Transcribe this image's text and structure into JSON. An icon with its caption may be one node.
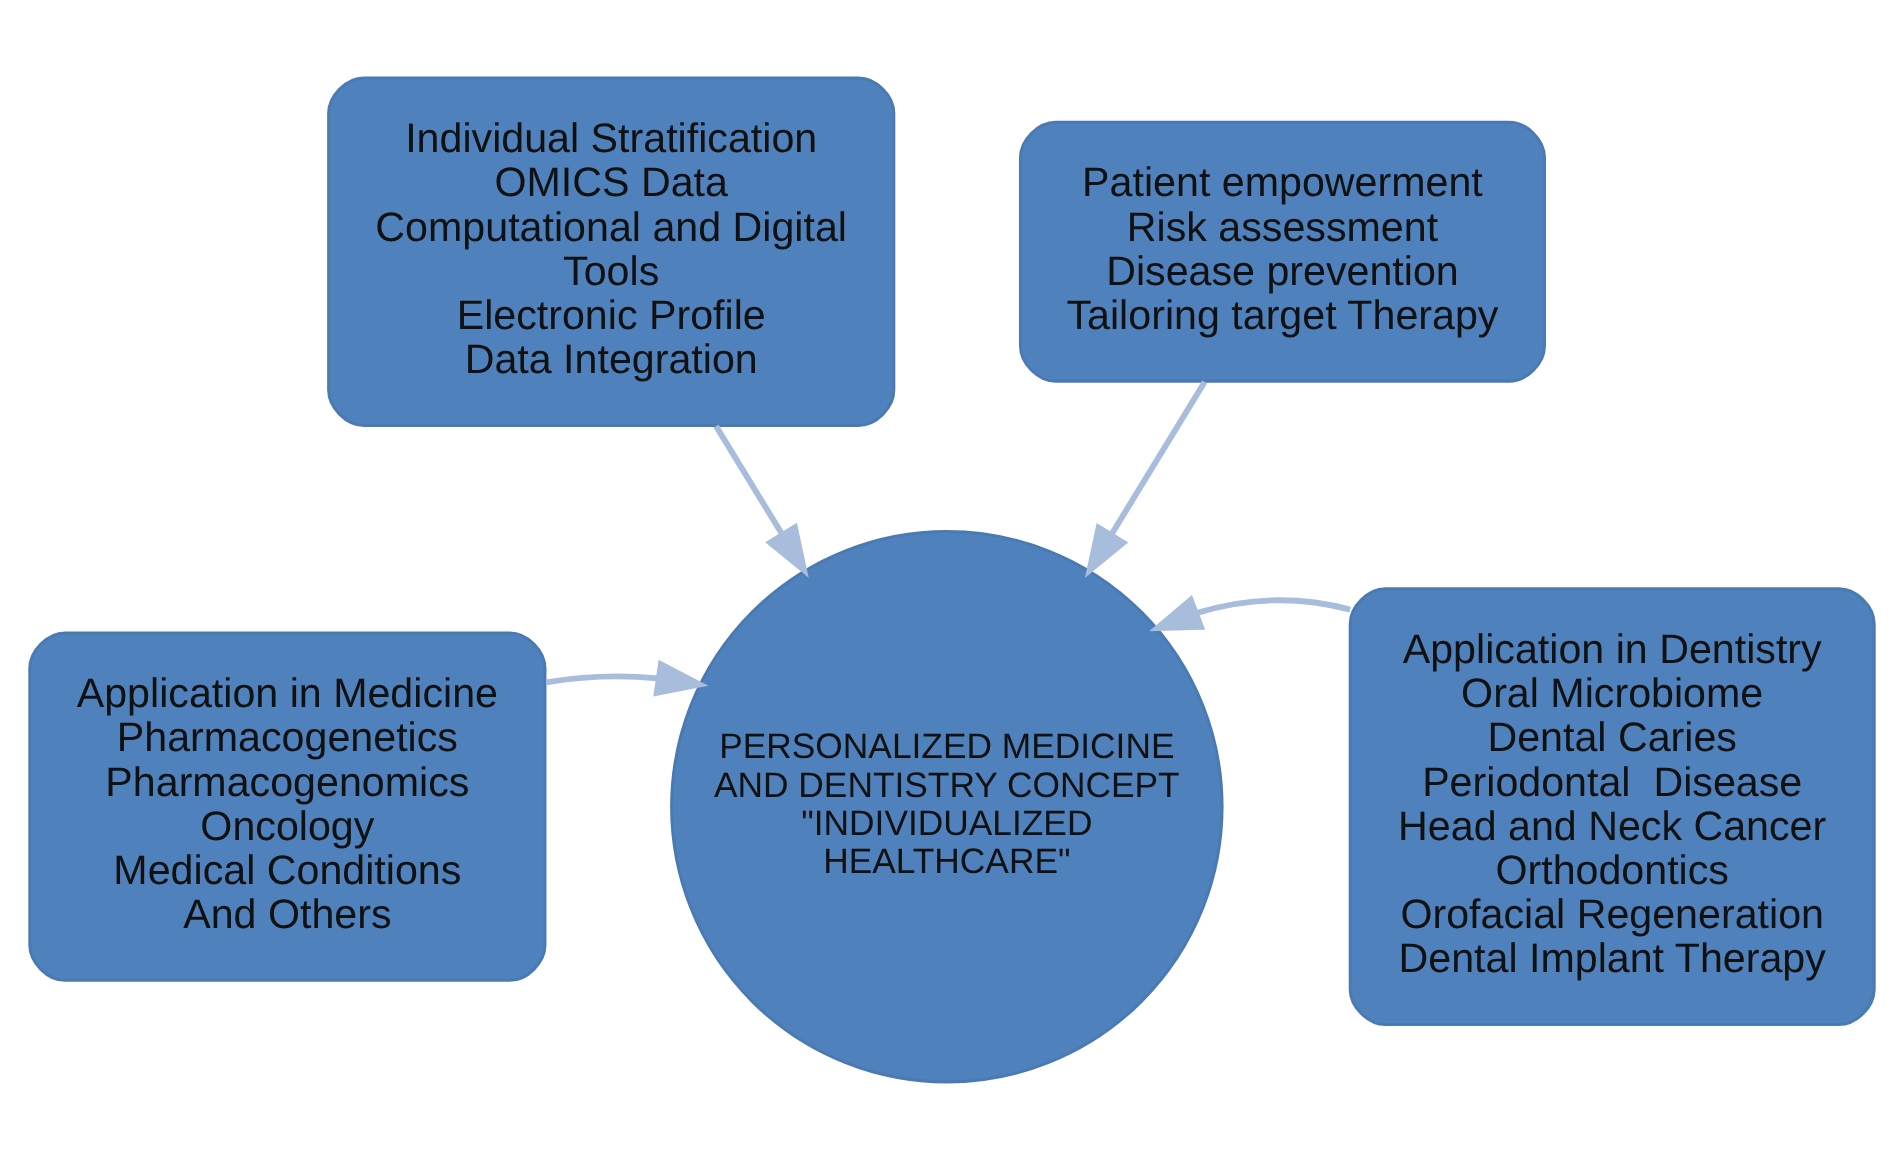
{
  "diagram": {
    "nodes": [
      {
        "text": [
          "Individual Stratification",
          "OMICS Data",
          "Computational and Digital Tools",
          "Electronic Profile",
          "Data Integration"
        ]
      },
      {
        "text": [
          "Patient empowerment",
          "Risk assessment",
          "Disease prevention",
          "Tailoring target Therapy"
        ]
      },
      {
        "text": [
          "Application in Medicine",
          "Pharmacogenetics",
          "Pharmacogenomics",
          "Oncology",
          "Medical Conditions",
          "And Others"
        ]
      },
      {
        "text": [
          "PERSONALIZED MEDICINE AND DENTISTRY CONCEPT",
          "\"INDIVIDUALIZED HEALTHCARE\""
        ]
      },
      {
        "text": [
          "Application in Dentistry",
          "Oral Microbiome",
          "Dental Caries",
          "Periodontal  Disease",
          "Head and Neck Cancer",
          "Orthodontics",
          "Orofacial Regeneration",
          "Dental Implant Therapy"
        ]
      }
    ],
    "edges": [
      {
        "from": 0,
        "to": 3,
        "arrow": "to"
      },
      {
        "from": 1,
        "to": 3,
        "arrow": "to"
      },
      {
        "from": 2,
        "to": 3,
        "arrow": "to"
      },
      {
        "from": 4,
        "to": 3,
        "arrow": "to"
      }
    ]
  }
}
